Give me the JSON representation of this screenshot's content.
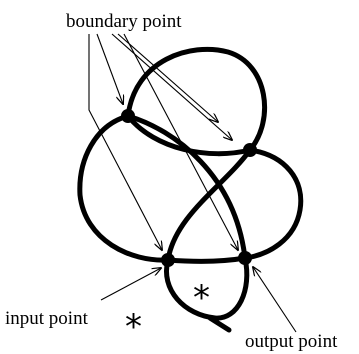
{
  "labels": {
    "boundary": "boundary point",
    "input": "input point",
    "output": "output point"
  },
  "star_glyph": "*"
}
